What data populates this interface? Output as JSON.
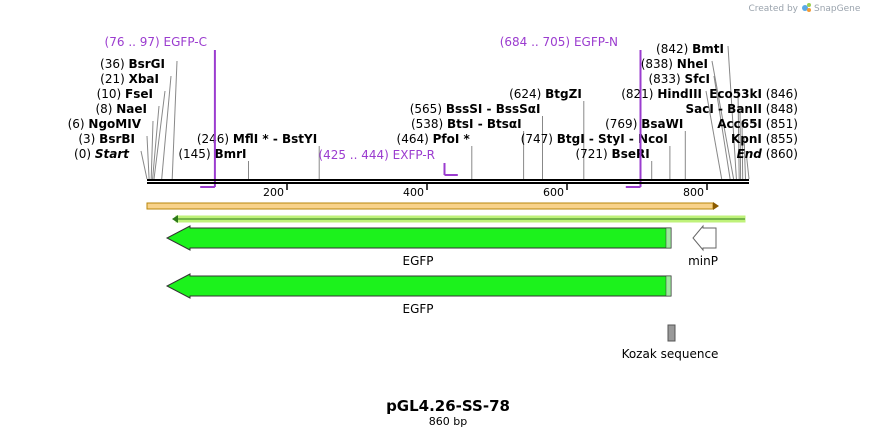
{
  "brand": {
    "created_by": "Created by",
    "app": "SnapGene"
  },
  "title": "pGL4.26-SS-78",
  "length_label": "860 bp",
  "sequence": {
    "length": 860
  },
  "ticks": [
    {
      "pos": 200,
      "label": "200"
    },
    {
      "pos": 400,
      "label": "400"
    },
    {
      "pos": 600,
      "label": "600"
    },
    {
      "pos": 800,
      "label": "800"
    }
  ],
  "sites_left": [
    {
      "pos": 0,
      "pos_label": "(0)",
      "name": "Start",
      "italic": true
    },
    {
      "pos": 3,
      "pos_label": "(3)",
      "name": "BsrBI"
    },
    {
      "pos": 6,
      "pos_label": "(6)",
      "name": "NgoMIV"
    },
    {
      "pos": 8,
      "pos_label": "(8)",
      "name": "NaeI"
    },
    {
      "pos": 10,
      "pos_label": "(10)",
      "name": "FseI"
    },
    {
      "pos": 21,
      "pos_label": "(21)",
      "name": "XbaI"
    },
    {
      "pos": 36,
      "pos_label": "(36)",
      "name": "BsrGI"
    }
  ],
  "sites_mid": [
    {
      "pos": 145,
      "pos_label": "(145)",
      "name": "BmrI"
    },
    {
      "pos": 246,
      "pos_label": "(246)",
      "name": "MflI * - BstYI"
    },
    {
      "pos": 464,
      "pos_label": "(464)",
      "name": "PfoI *"
    },
    {
      "pos": 538,
      "pos_label": "(538)",
      "name": "BtsI - BtsαI"
    },
    {
      "pos": 565,
      "pos_label": "(565)",
      "name": "BssSI - BssSαI"
    },
    {
      "pos": 624,
      "pos_label": "(624)",
      "name": "BtgZI"
    },
    {
      "pos": 721,
      "pos_label": "(721)",
      "name": "BseRI"
    },
    {
      "pos": 747,
      "pos_label": "(747)",
      "name": "BtgI - StyI - NcoI"
    },
    {
      "pos": 769,
      "pos_label": "(769)",
      "name": "BsaWI"
    }
  ],
  "sites_right": [
    {
      "pos": 821,
      "pos_label": "(821)",
      "name": "HindIII"
    },
    {
      "pos": 833,
      "pos_label": "(833)",
      "name": "SfcI"
    },
    {
      "pos": 838,
      "pos_label": "(838)",
      "name": "NheI"
    },
    {
      "pos": 842,
      "pos_label": "(842)",
      "name": "BmtI"
    },
    {
      "pos": 846,
      "pos_label": "(846)",
      "name": "Eco53kI"
    },
    {
      "pos": 848,
      "pos_label": "(848)",
      "name": "SacI - BanII"
    },
    {
      "pos": 851,
      "pos_label": "(851)",
      "name": "Acc65I"
    },
    {
      "pos": 855,
      "pos_label": "(855)",
      "name": "KpnI"
    },
    {
      "pos": 860,
      "pos_label": "(860)",
      "name": "End",
      "italic": true
    }
  ],
  "primers": [
    {
      "range": "(76 .. 97)",
      "name": "EGFP-C",
      "start": 76,
      "end": 97
    },
    {
      "range": "(684 .. 705)",
      "name": "EGFP-N",
      "start": 684,
      "end": 705
    },
    {
      "range": "(425 .. 444)",
      "name": "EXFP-R",
      "start": 425,
      "end": 444
    }
  ],
  "features": [
    {
      "name": "EGFP",
      "start": 30,
      "end": 750,
      "direction": "reverse",
      "color": "#1cf21c"
    },
    {
      "name": "minP",
      "start": 782,
      "end": 815,
      "direction": "reverse",
      "color": "#ffffff"
    },
    {
      "name": "EGFP",
      "start": 30,
      "end": 750,
      "direction": "reverse",
      "color": "#1cf21c"
    },
    {
      "name": "Kozak sequence",
      "start": 744,
      "end": 753,
      "color": "#999999"
    }
  ],
  "colors": {
    "backbone": "#000000",
    "primer": "#9b3ccf",
    "orf_forward_fill": "#f8d28a",
    "orf_forward_stroke": "#b8860b",
    "orf_reverse_fill": "#bff27a",
    "orf_reverse_stroke": "#2d7a1a"
  }
}
